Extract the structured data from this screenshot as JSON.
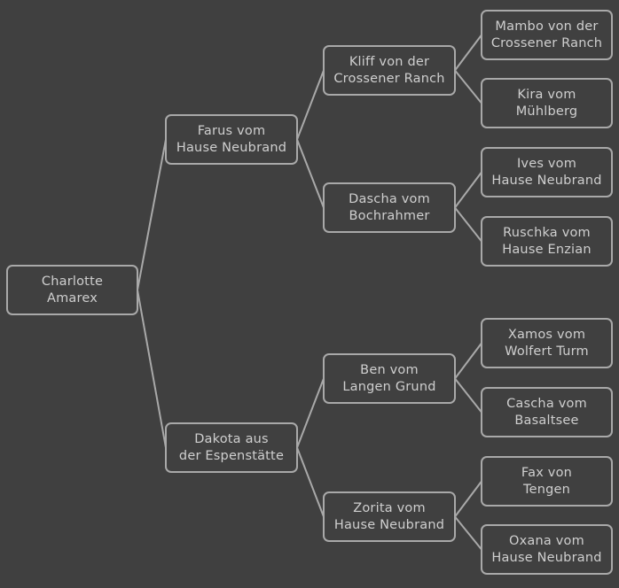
{
  "pedigree": {
    "root": {
      "lines": [
        "Charlotte",
        "Amarex"
      ],
      "sire": {
        "lines": [
          "Farus vom",
          "Hause Neubrand"
        ],
        "sire": {
          "lines": [
            "Kliff von der",
            "Crossener Ranch"
          ],
          "sire": {
            "lines": [
              "Mambo von der",
              "Crossener Ranch"
            ]
          },
          "dam": {
            "lines": [
              "Kira vom",
              "Mühlberg"
            ]
          }
        },
        "dam": {
          "lines": [
            "Dascha vom",
            "Bochrahmer"
          ],
          "sire": {
            "lines": [
              "Ives vom",
              "Hause Neubrand"
            ]
          },
          "dam": {
            "lines": [
              "Ruschka vom",
              "Hause Enzian"
            ]
          }
        }
      },
      "dam": {
        "lines": [
          "Dakota aus",
          "der Espenstätte"
        ],
        "sire": {
          "lines": [
            "Ben vom",
            "Langen Grund"
          ],
          "sire": {
            "lines": [
              "Xamos vom",
              "Wolfert Turm"
            ]
          },
          "dam": {
            "lines": [
              "Cascha vom",
              "Basaltsee"
            ]
          }
        },
        "dam": {
          "lines": [
            "Zorita vom",
            "Hause Neubrand"
          ],
          "sire": {
            "lines": [
              "Fax von",
              "Tengen"
            ]
          },
          "dam": {
            "lines": [
              "Oxana vom",
              "Hause Neubrand"
            ]
          }
        }
      }
    }
  },
  "colors": {
    "background": "#404040",
    "node_border": "#a9a9a9",
    "node_text": "#cfcfcf",
    "connector": "#a9a9a9"
  }
}
